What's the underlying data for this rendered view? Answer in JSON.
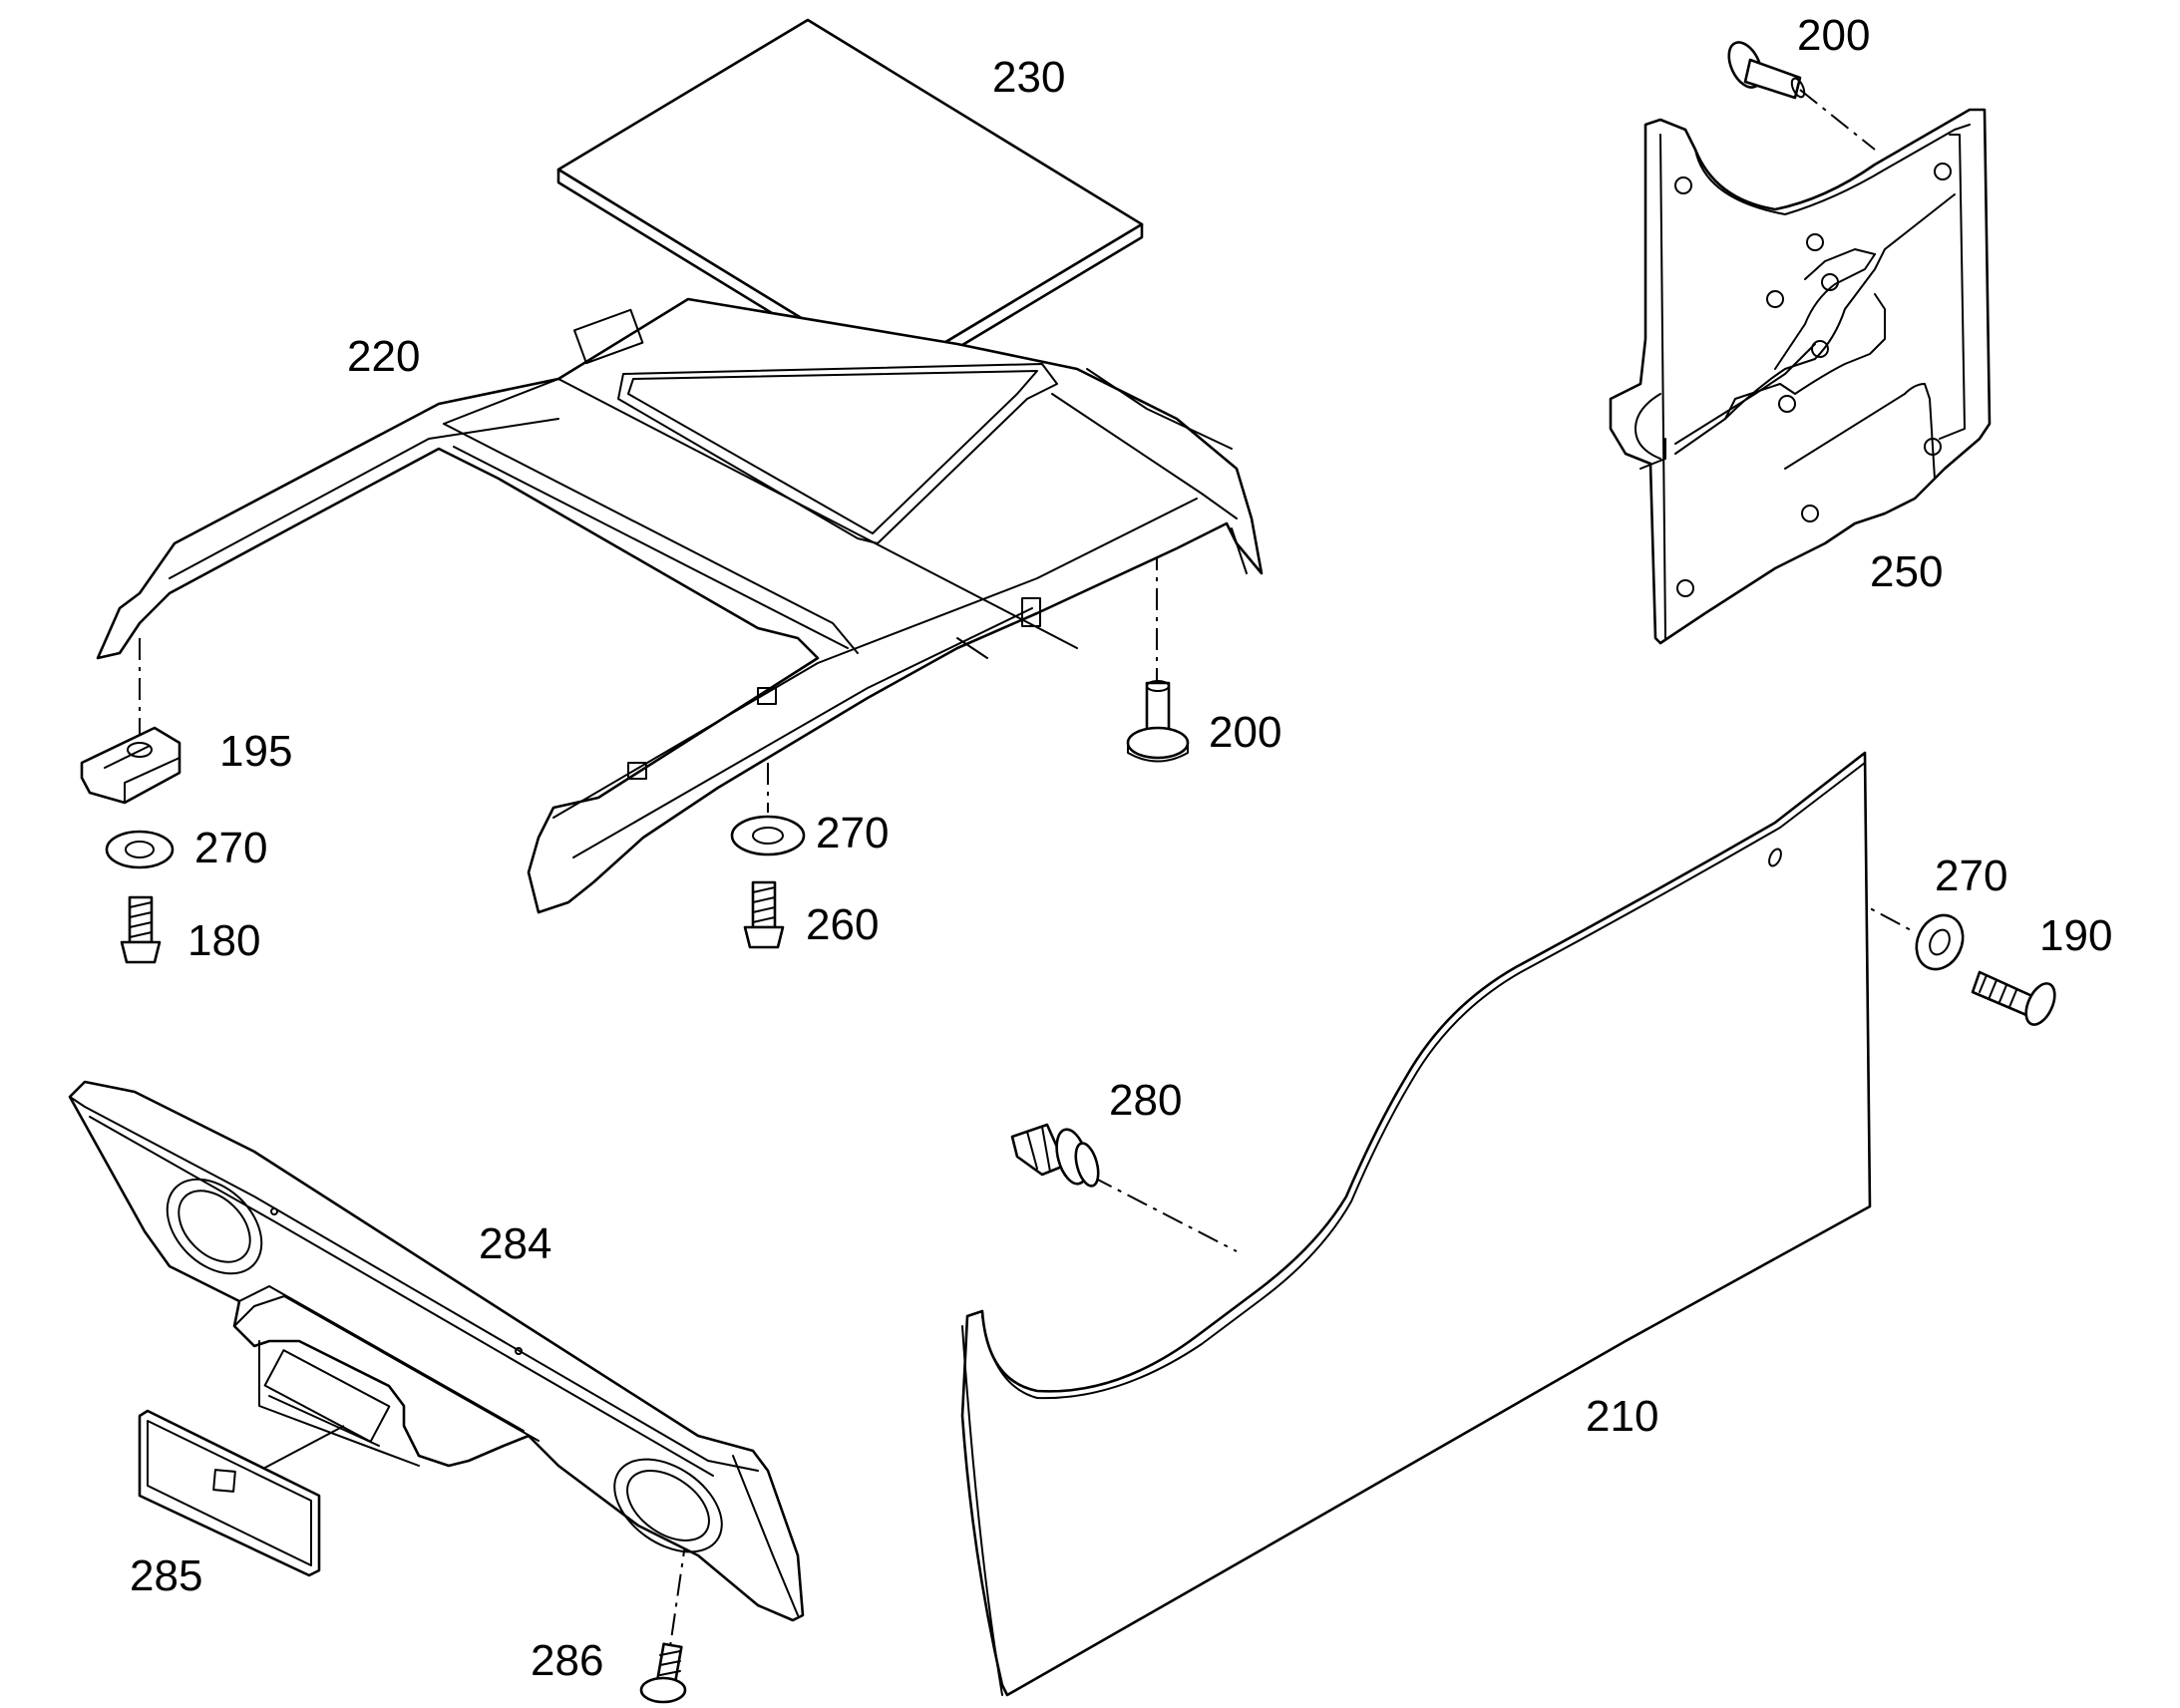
{
  "labels": {
    "p230": "230",
    "p220": "220",
    "p200_top": "200",
    "p250": "250",
    "p195": "195",
    "p270_left": "270",
    "p180": "180",
    "p200_mid": "200",
    "p270_mid": "270",
    "p260": "260",
    "p270_right": "270",
    "p190": "190",
    "p280": "280",
    "p284": "284",
    "p285": "285",
    "p286": "286",
    "p210": "210"
  },
  "colors": {
    "line": "#000000",
    "background": "#ffffff"
  }
}
